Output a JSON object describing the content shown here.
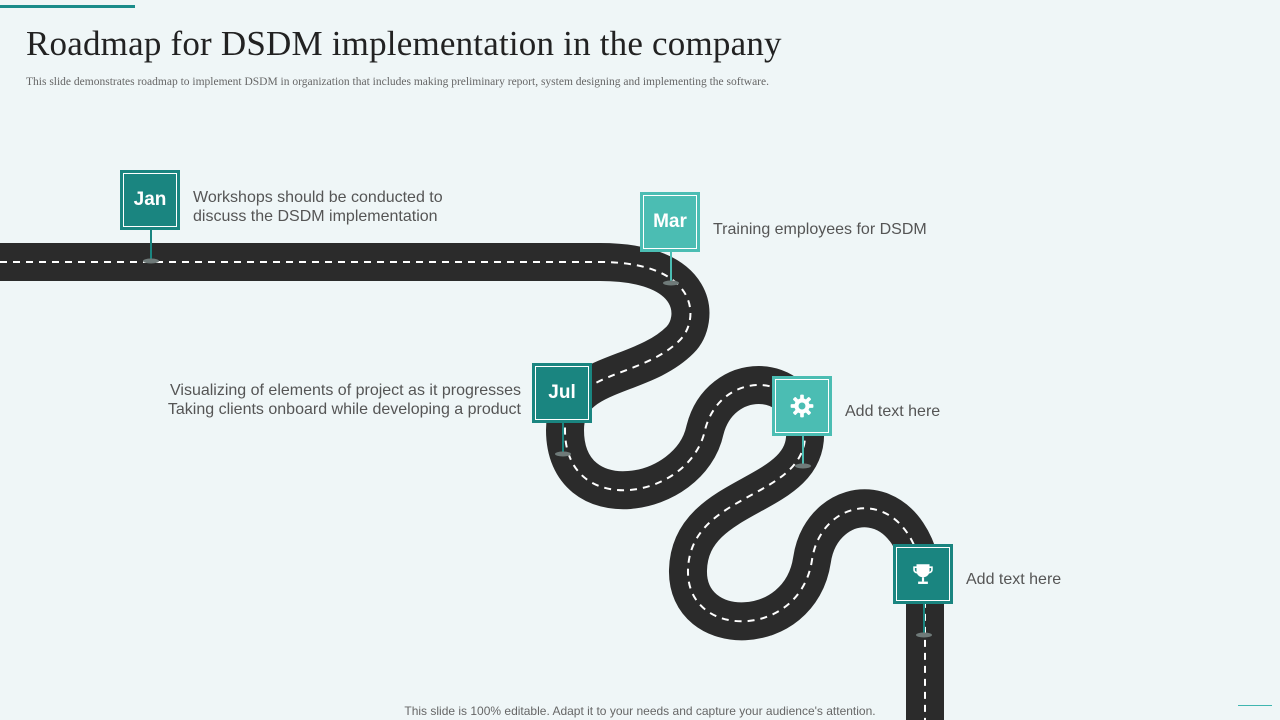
{
  "title": "Roadmap for DSDM implementation in the company",
  "subtitle": "This slide demonstrates roadmap to implement DSDM in organization that includes making preliminary report, system designing and implementing the software.",
  "milestones": [
    {
      "tag": "Jan",
      "text_line1": "Workshops should be conducted to",
      "text_line2": "discuss the DSDM implementation"
    },
    {
      "tag": "Mar",
      "text_line1": "Training employees for DSDM"
    },
    {
      "tag": "Jul",
      "text_line1": "Visualizing of elements of project as it progresses",
      "text_line2": "Taking clients onboard while developing a product"
    },
    {
      "icon": "gear-icon",
      "text_line1": "Add text here"
    },
    {
      "icon": "trophy-icon",
      "text_line1": "Add text here"
    }
  ],
  "footer": "This slide is 100% editable. Adapt it to your needs and capture your audience's attention.",
  "colors": {
    "background": "#eff6f7",
    "marker_dark": "#1a8580",
    "marker_light": "#4bbdb3",
    "road": "#2b2b2b",
    "road_dash": "#ffffff"
  }
}
